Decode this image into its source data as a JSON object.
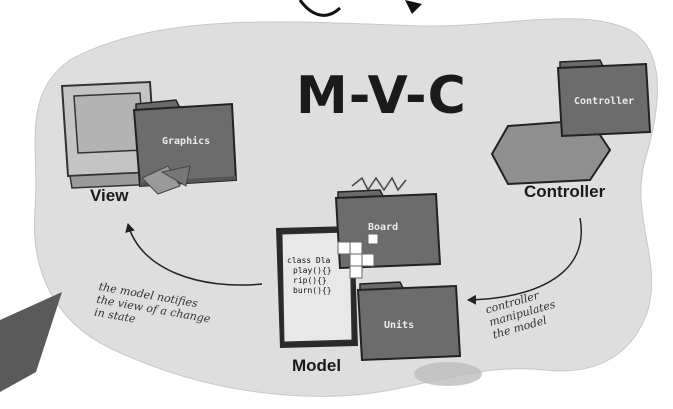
{
  "title": "M-V-C",
  "view": {
    "label": "View",
    "folder_label": "Graphics"
  },
  "controller": {
    "label": "Controller",
    "folder_label": "Controller",
    "note_lines": [
      "controller",
      "manipulates",
      "the model"
    ]
  },
  "model": {
    "label": "Model",
    "board_folder_label": "Board",
    "units_folder_label": "Units",
    "code_lines": [
      "class Dla",
      "play(){}",
      "rip(){}",
      "burn(){}"
    ],
    "note_lines": [
      "the model  notifies",
      "the view of a change",
      "in state"
    ]
  }
}
